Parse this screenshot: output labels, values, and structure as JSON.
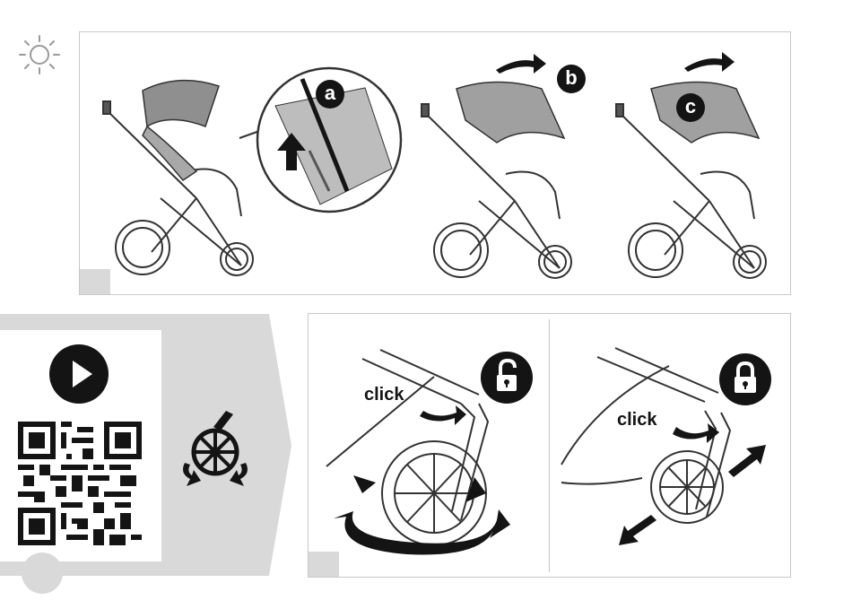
{
  "steps": {
    "a": "a",
    "b": "b",
    "c": "c"
  },
  "wheel_swivel": {
    "unlock_click": "click",
    "lock_click": "click"
  },
  "icons": {
    "sun": "sun-icon",
    "play": "play-icon",
    "qr": "qr-code-icon",
    "swivel": "swivel-wheel-icon",
    "unlock": "unlocked-padlock-icon",
    "lock": "locked-padlock-icon"
  },
  "colors": {
    "ink": "#141414",
    "panel_border": "#c8c8c8",
    "tab_gray": "#d9d9d9",
    "fabric": "#8f8f8f"
  }
}
